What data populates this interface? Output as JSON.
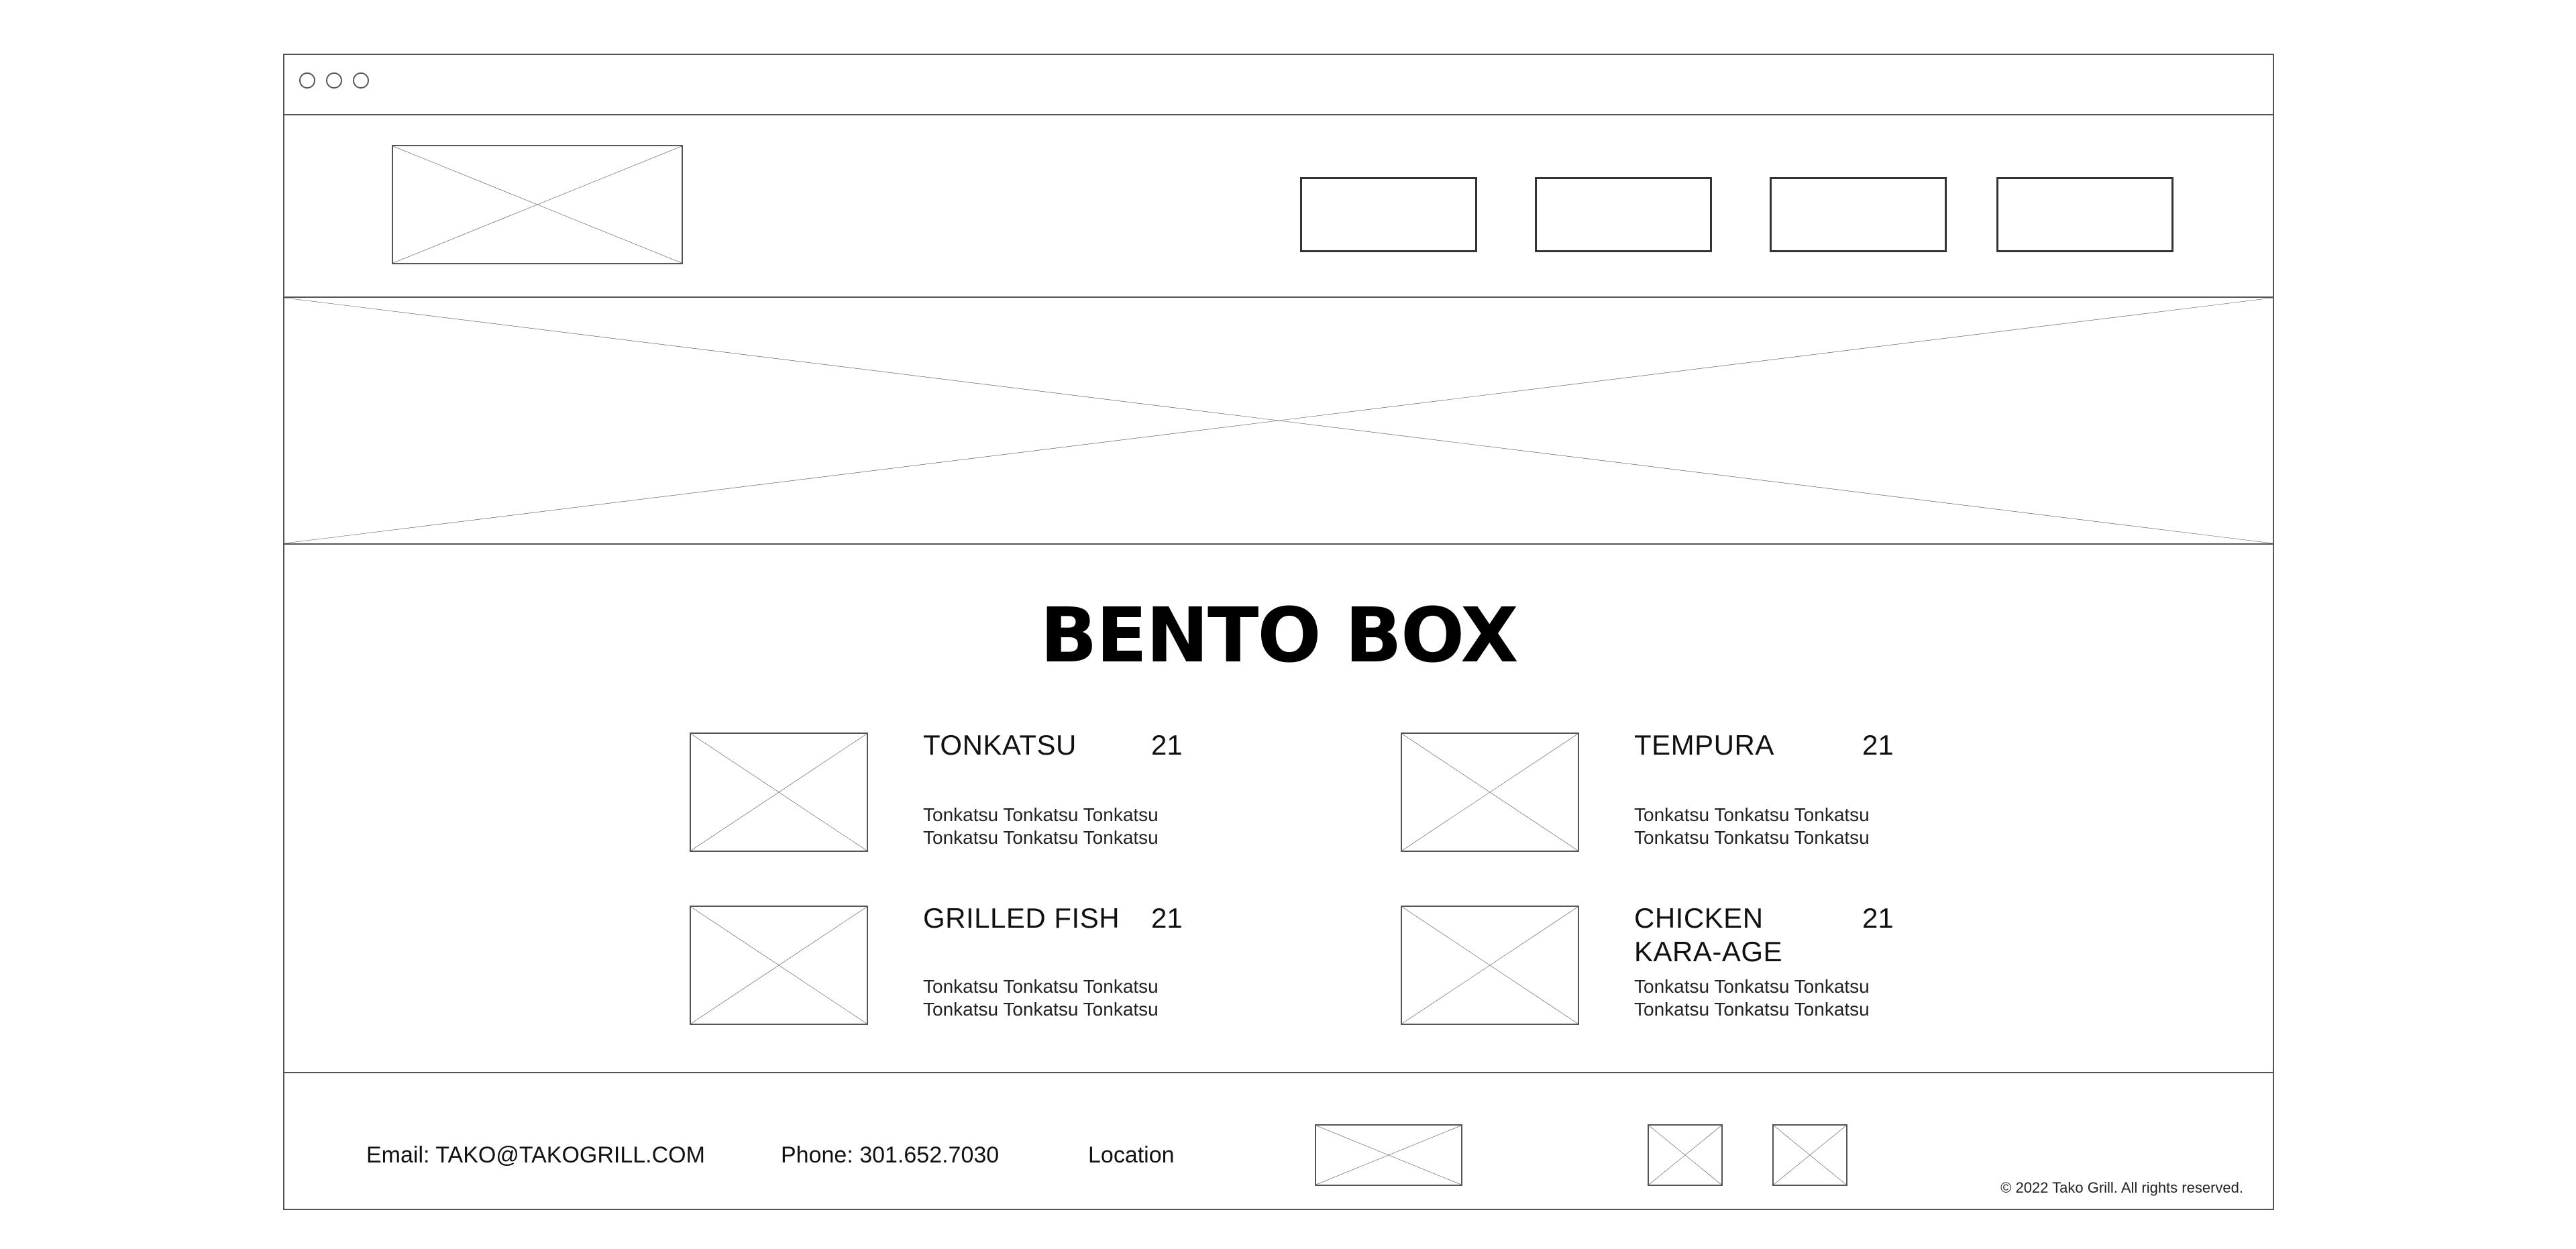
{
  "window": {
    "controls": [
      "close",
      "minimize",
      "maximize"
    ]
  },
  "header": {
    "logo_icon": "image-placeholder-icon",
    "nav": [
      "",
      "",
      "",
      ""
    ]
  },
  "hero": {
    "icon": "image-placeholder-icon"
  },
  "menu": {
    "title": "BENTO BOX",
    "items": [
      {
        "name": "TONKATSU",
        "price": "21",
        "desc": "Tonkatsu Tonkatsu Tonkatsu Tonkatsu Tonkatsu Tonkatsu"
      },
      {
        "name": "TEMPURA",
        "price": "21",
        "desc": "Tonkatsu Tonkatsu Tonkatsu Tonkatsu Tonkatsu Tonkatsu"
      },
      {
        "name": "GRILLED FISH",
        "price": "21",
        "desc": "Tonkatsu Tonkatsu Tonkatsu Tonkatsu Tonkatsu Tonkatsu"
      },
      {
        "name": "CHICKEN KARA-AGE",
        "price": "21",
        "desc": "Tonkatsu Tonkatsu Tonkatsu Tonkatsu Tonkatsu Tonkatsu"
      }
    ]
  },
  "footer": {
    "email": "Email: TAKO@TAKOGRILL.COM",
    "phone": "Phone: 301.652.7030",
    "location": "Location",
    "copyright": "© 2022 Tako Grill. All rights reserved."
  }
}
